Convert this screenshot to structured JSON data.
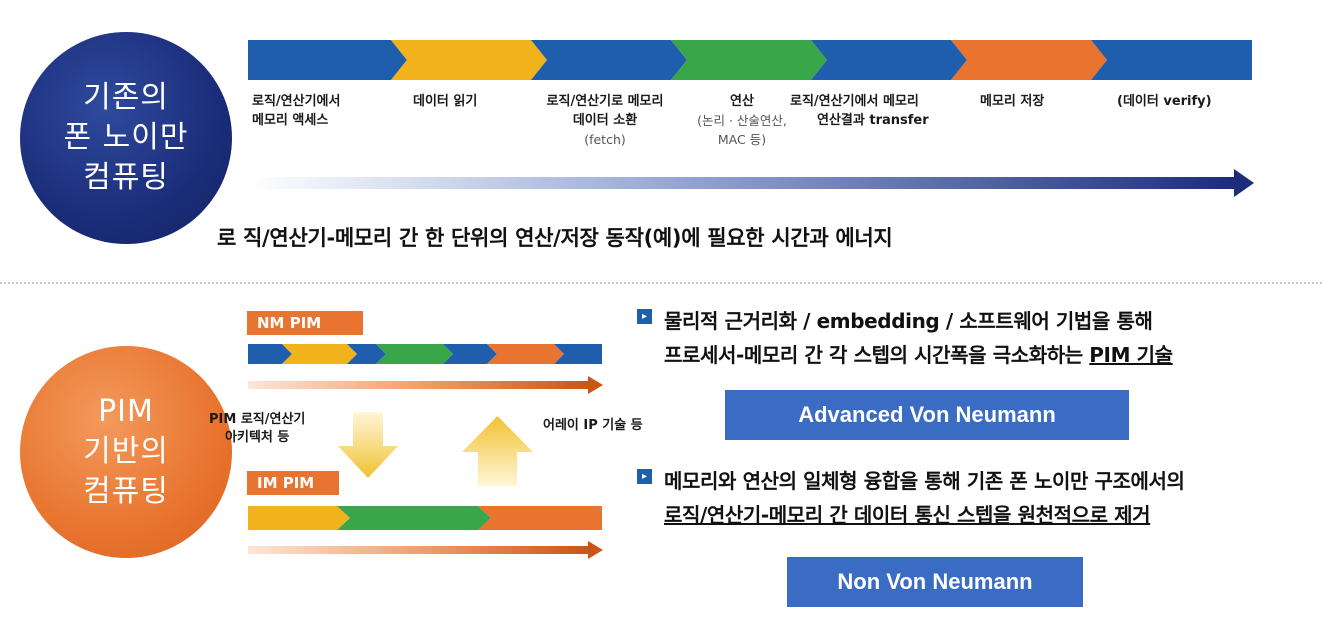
{
  "top": {
    "circle_lines": [
      "기존의",
      "폰 노이만",
      "컴퓨팅"
    ],
    "steps": [
      {
        "lines": [
          "로직/연산기에서",
          "메모리 액세스"
        ],
        "sub": []
      },
      {
        "lines": [
          "데이터 읽기"
        ],
        "sub": []
      },
      {
        "lines": [
          "로직/연산기로 메모리",
          "데이터 소환"
        ],
        "sub": [
          "(fetch)"
        ]
      },
      {
        "lines": [
          "연산"
        ],
        "sub": [
          "(논리 · 산술연산,",
          "MAC 등)"
        ]
      },
      {
        "lines": [
          "로직/연산기에서 메모리",
          "연산결과 transfer"
        ],
        "sub": []
      },
      {
        "lines": [
          "메모리 저장"
        ],
        "sub": []
      },
      {
        "lines": [
          "(데이터 verify)"
        ],
        "sub": []
      }
    ],
    "caption": "로 직/연산기-메모리 간 한 단위의 연산/저장 동작(예)에 필요한 시간과 에너지",
    "colors": {
      "blue": "#1f5eac",
      "yellow": "#f2b21b",
      "green": "#3aa64a",
      "orange": "#e8742f",
      "navy": "#1b2d7a"
    }
  },
  "bottom": {
    "circle_lines": [
      "PIM",
      "기반의",
      "컴퓨팅"
    ],
    "nm_tag": "NM PIM",
    "im_tag": "IM PIM",
    "pim_arch_lines": [
      "PIM 로직/연산기",
      "아키텍처 등"
    ],
    "array_ip_label": "어레이 IP 기술 등",
    "bullet1": {
      "line1": "물리적 근거리화 / embedding / 소프트웨어 기법을 통해",
      "line2_plain": "프로세서-메모리 간 각 스텝의 시간폭을 극소화하는 ",
      "line2_underlined": "PIM 기술"
    },
    "box1": "Advanced Von Neumann",
    "bullet2": {
      "line1": "메모리와 연산의 일체형 융합을 통해 기존 폰 노이만 구조에서의",
      "line2_underlined": "로직/연산기-메모리 간 데이터 통신 스텝을 원천적으로 제거"
    },
    "box2": "Non Von Neumann"
  }
}
